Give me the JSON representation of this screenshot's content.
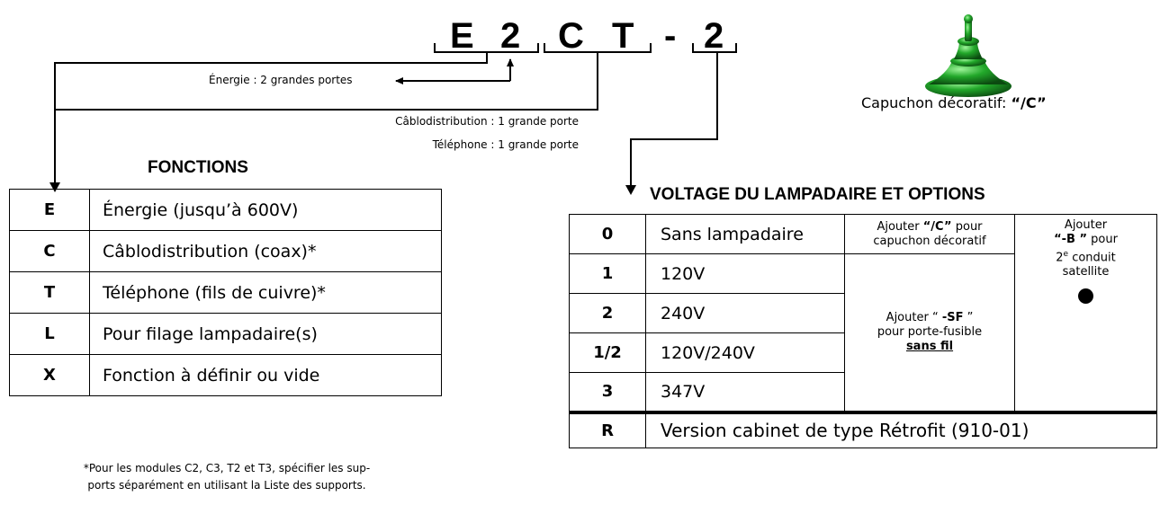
{
  "code": {
    "letters": [
      "E",
      "2",
      "C",
      "T",
      "-",
      "2"
    ]
  },
  "callouts": {
    "energie": "Énergie : 2 grandes portes",
    "cablo": "Câblodistribution : 1 grande porte",
    "telephone": "Téléphone : 1 grande porte"
  },
  "cap": {
    "label_prefix": "Capuchon décoratif: ",
    "label_code": "“/C”",
    "color": "#22a82a"
  },
  "fonctions": {
    "title": "FONCTIONS",
    "rows": [
      {
        "code": "E",
        "desc": "Énergie (jusqu’à 600V)"
      },
      {
        "code": "C",
        "desc": "Câblodistribution (coax)*"
      },
      {
        "code": "T",
        "desc": "Téléphone (fils de cuivre)*"
      },
      {
        "code": "L",
        "desc": "Pour filage lampadaire(s)"
      },
      {
        "code": "X",
        "desc": "Fonction à définir ou vide"
      }
    ],
    "footnote_line1": "*Pour les modules C2, C3, T2 et T3, spécifier les  sup-",
    "footnote_line2": "ports séparément en utilisant la Liste des supports."
  },
  "voltage": {
    "title": "VOLTAGE DU LAMPADAIRE ET OPTIONS",
    "rows": [
      {
        "code": "0",
        "desc": "Sans lampadaire"
      },
      {
        "code": "1",
        "desc": "120V"
      },
      {
        "code": "2",
        "desc": "240V"
      },
      {
        "code": "1/2",
        "desc": "120V/240V"
      },
      {
        "code": "3",
        "desc": "347V"
      }
    ],
    "opt_c": {
      "pre": "Ajouter ",
      "code": "“/C”",
      "post": " pour",
      "line2": "capuchon décoratif"
    },
    "opt_sf": {
      "pre": "Ajouter   “ ",
      "code": "-SF",
      "post": " ”",
      "line2": "pour  porte-fusible",
      "line3": "sans fil"
    },
    "opt_b": {
      "line1": "Ajouter",
      "code": "“-B ”",
      "post": " pour",
      "sup": "e",
      "line3pre": "2",
      "line3post": " conduit",
      "line4": "satellite"
    },
    "retrofit": {
      "code": "R",
      "desc": "Version cabinet de type Rétrofit (910-01)"
    }
  }
}
